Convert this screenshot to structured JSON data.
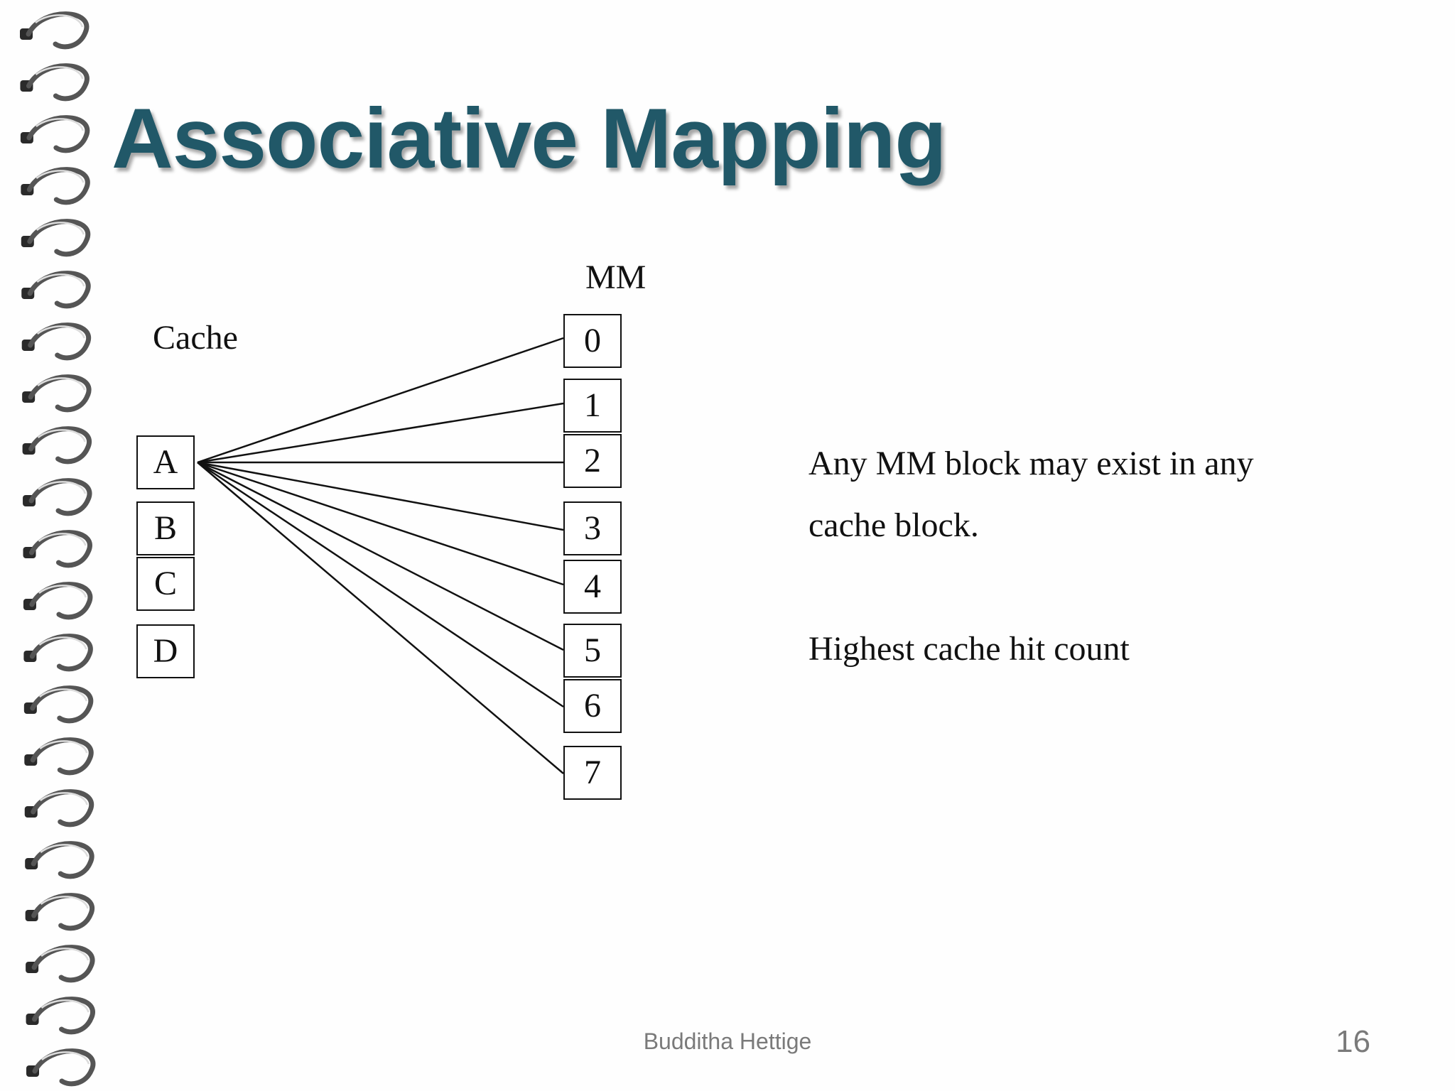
{
  "slide": {
    "title": "Associative Mapping",
    "footer": "Budditha Hettige",
    "page_number": "16"
  },
  "diagram": {
    "cache_label": "Cache",
    "mm_label": "MM",
    "cache_blocks": [
      "A",
      "B",
      "C",
      "D"
    ],
    "mm_blocks": [
      "0",
      "1",
      "2",
      "3",
      "4",
      "5",
      "6",
      "7"
    ],
    "connections": [
      {
        "from": "A",
        "to": "0"
      },
      {
        "from": "A",
        "to": "1"
      },
      {
        "from": "A",
        "to": "2"
      },
      {
        "from": "A",
        "to": "3"
      },
      {
        "from": "A",
        "to": "4"
      },
      {
        "from": "A",
        "to": "5"
      },
      {
        "from": "A",
        "to": "6"
      },
      {
        "from": "A",
        "to": "7"
      }
    ]
  },
  "notes": {
    "line1": "Any MM block may exist in any",
    "line2": "cache block.",
    "line3": "Highest cache hit count"
  }
}
